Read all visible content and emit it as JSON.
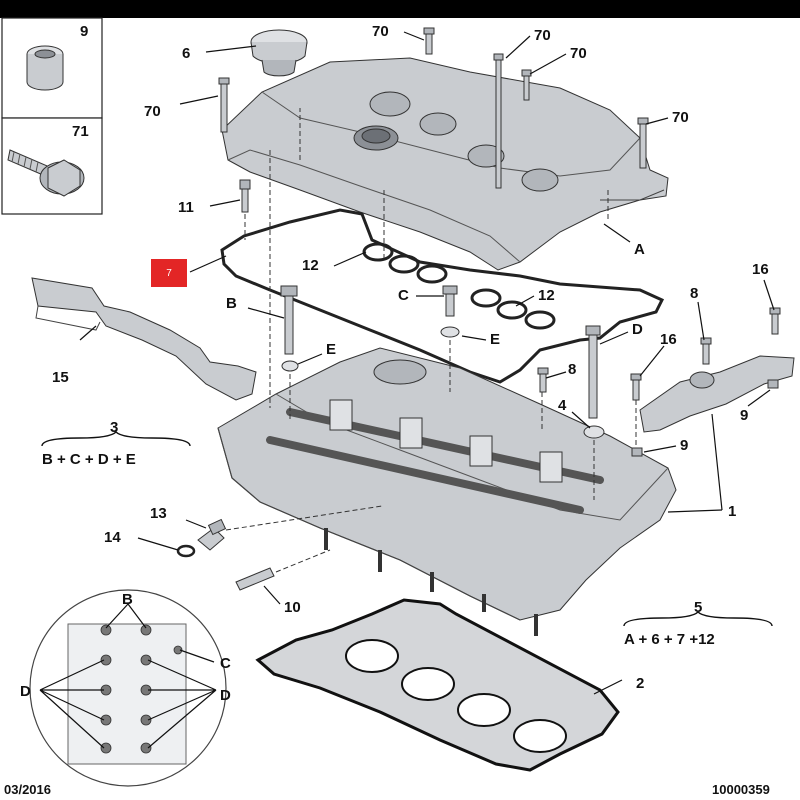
{
  "callouts": {
    "n9_box": "9",
    "n71_box": "71",
    "n6": "6",
    "n70_a": "70",
    "n70_b": "70",
    "n70_c": "70",
    "n70_d": "70",
    "n70_e": "70",
    "n11": "11",
    "nA": "A",
    "n7": "7",
    "n12_a": "12",
    "n12_b": "12",
    "nC_top": "C",
    "nE_right": "E",
    "nB": "B",
    "nE_left": "E",
    "n15": "15",
    "nD_top": "D",
    "n16_a": "16",
    "n16_b": "16",
    "n8_a": "8",
    "n8_b": "8",
    "n9_right": "9",
    "n4": "4",
    "n9_lower": "9",
    "n1": "1",
    "n13": "13",
    "n14": "14",
    "n10": "10",
    "n2": "2",
    "n5": "5",
    "n3": "3",
    "inset_B": "B",
    "inset_C": "C",
    "inset_D_left": "D",
    "inset_D_right": "D"
  },
  "equations": {
    "eq3": "B + C + D + E",
    "eq5": "A + 6 + 7 +12"
  },
  "footer": {
    "date": "03/2016",
    "ref": "10000359"
  },
  "colors": {
    "highlight": "#e32626",
    "metal": "#c9ccd0",
    "line": "#111111"
  }
}
